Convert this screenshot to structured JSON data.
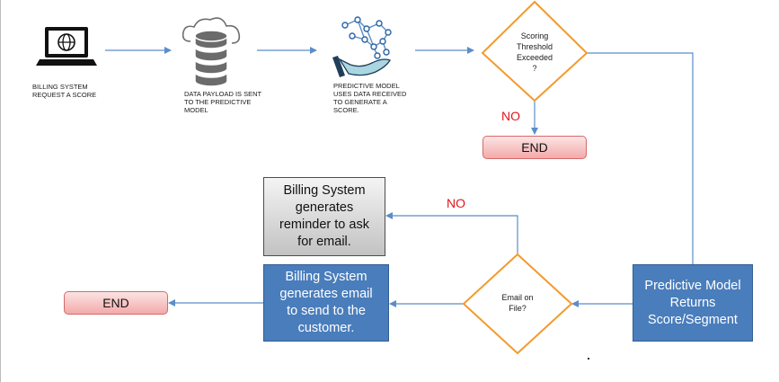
{
  "steps": {
    "billing": "BILLING SYSTEM REQUEST A SCORE",
    "payload": "DATA PAYLOAD IS SENT TO THE PREDICTIVE MODEL",
    "model": "PREDICTIVE MODEL USES DATA RECEIVED TO GENERATE A SCORE."
  },
  "decisions": {
    "threshold": [
      "Scoring",
      "Threshold",
      "Exceeded",
      "?"
    ],
    "email": [
      "Email on",
      "File?"
    ]
  },
  "labels": {
    "no_top": "NO",
    "no_bottom": "NO"
  },
  "boxes": {
    "end_top": "END",
    "end_bottom": "END",
    "returns": "Predictive Model Returns Score/Segment",
    "reminder": "Billing System generates reminder to ask for email.",
    "email_send": "Billing System generates email to send to the customer."
  },
  "colors": {
    "arrow": "#5b8dc8",
    "diamond_border": "#f39a2e",
    "blue_box": "#4a7dbb",
    "end_fill": "#f4a9a9",
    "no_text": "#e0161b"
  },
  "icons": [
    "laptop-globe-icon",
    "database-cloud-icon",
    "hand-network-icon"
  ]
}
